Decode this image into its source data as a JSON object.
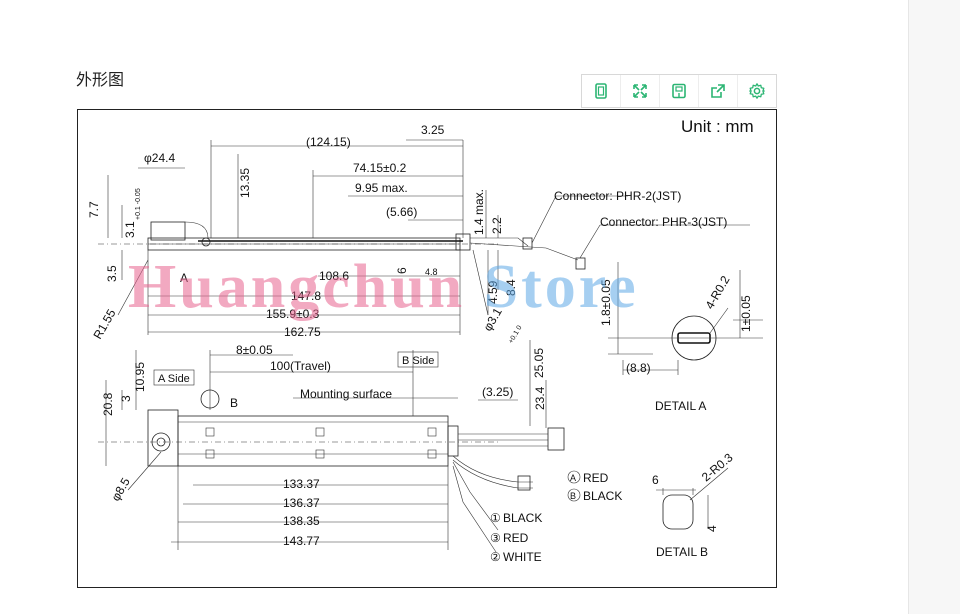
{
  "page": {
    "heading": "外形图"
  },
  "toolbar": {
    "icons": [
      "page-icon",
      "fullscreen-icon",
      "save-icon",
      "share-icon",
      "gear-icon"
    ],
    "accent": "#2bb573"
  },
  "drawing": {
    "unit": "Unit : mm",
    "top_view": {
      "dims": [
        "(124.15)",
        "3.25",
        "φ24.4",
        "13.35",
        "74.15±0.2",
        "9.95 max.",
        "7.7",
        "3.1",
        "(5.66)",
        "1.4 max.",
        "2.2",
        "3.5",
        "108.6",
        "6",
        "4.8",
        "4.59",
        "8.4",
        "147.8",
        "155.9±0.3",
        "162.75",
        "R1.55",
        "φ3.1"
      ],
      "tol_3_1": "+0.1 -0.05",
      "tol_phi3_1": "+0.1 0",
      "label_a": "A",
      "connector_1": "Connector: PHR-2(JST)",
      "connector_2": "Connector: PHR-3(JST)"
    },
    "side_view": {
      "dims": [
        "10.95",
        "8±0.05",
        "100(Travel)",
        "25.05",
        "20.8",
        "3",
        "(3.25)",
        "23.4",
        "133.37",
        "136.37",
        "138.35",
        "143.77",
        "φ8.5"
      ],
      "a_side": "A Side",
      "b_side": "B Side",
      "mounting": "Mounting surface",
      "label_b": "B",
      "wires_right": [
        {
          "mark": "A",
          "label": "RED"
        },
        {
          "mark": "B",
          "label": "BLACK"
        }
      ],
      "wires_bottom": [
        {
          "mark": "①",
          "label": "BLACK"
        },
        {
          "mark": "③",
          "label": "RED"
        },
        {
          "mark": "②",
          "label": "WHITE"
        }
      ]
    },
    "detail_a": {
      "title": "DETAIL A",
      "dims": [
        "1.8±0.05",
        "4-R0.2",
        "1±0.05",
        "(8.8)"
      ]
    },
    "detail_b": {
      "title": "DETAIL B",
      "dims": [
        "6",
        "2-R0.3",
        "4"
      ]
    }
  },
  "watermark": {
    "part1": "Huangchun",
    "part2": " Store"
  }
}
